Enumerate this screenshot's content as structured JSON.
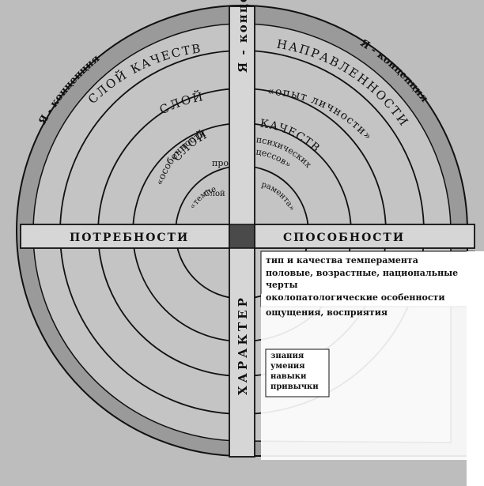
{
  "diagram": {
    "outer_ring_left": "Я - концепция",
    "outer_ring_right": "Я - концепция",
    "center_bar_label": "Я - концепция",
    "left_bar_label": "ПОТРЕБНОСТИ",
    "right_bar_label": "СПОСОБНОСТИ",
    "bottom_bar_label": "ХАРАКТЕР",
    "layer_qualities_left": "СЛОЙ КАЧЕСТВ",
    "layer_qualities_right": "НАПРАВЛЕННОСТИ",
    "layer_exp_left": "СЛОЙ",
    "layer_exp_right": "«опыт личности»",
    "layer_psych_left_1": "СЛОЙ",
    "layer_psych_left_2": "«особенности",
    "layer_psych_left_3": "про",
    "layer_psych_right_1": "КАЧЕСТВ",
    "layer_psych_right_2": "психических",
    "layer_psych_right_3": "цессов»",
    "layer_temp_left_1": "Слой",
    "layer_temp_left_2": "«темпе",
    "layer_temp_right": "рамента»",
    "abilities_items": [
      "тип и качества темперамента",
      "половые, возрастные, национальные черты",
      "околопатологические особенности",
      "ощущения, восприятия"
    ],
    "skills_items": [
      "знания",
      "умения",
      "навыки",
      "привычки"
    ]
  },
  "colors": {
    "background": "#bdbdbd",
    "ring_fill": "#9a9a9a",
    "bar_fill": "#d6d6d6",
    "center_square": "#4a4a4a",
    "line": "#111111",
    "box_fill": "#ffffff"
  }
}
